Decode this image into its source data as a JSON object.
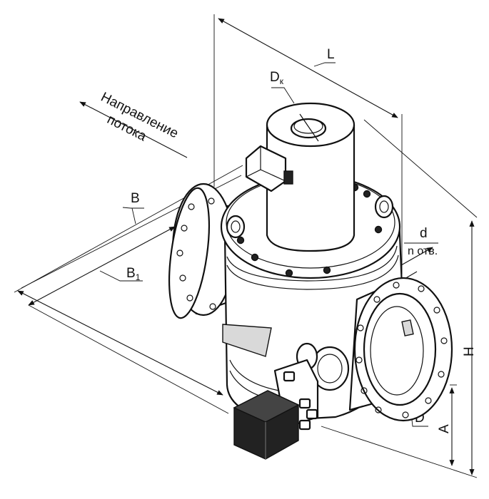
{
  "flow_label_line1": "Направление",
  "flow_label_line2": "потока",
  "dimensions": {
    "L": "L",
    "Dk_main": "D",
    "Dk_sub": "к",
    "B": "B",
    "B1_main": "B",
    "B1_sub": "1",
    "d": "d",
    "n_holes": "n отв.",
    "H": "H",
    "A": "A",
    "D": "D"
  }
}
